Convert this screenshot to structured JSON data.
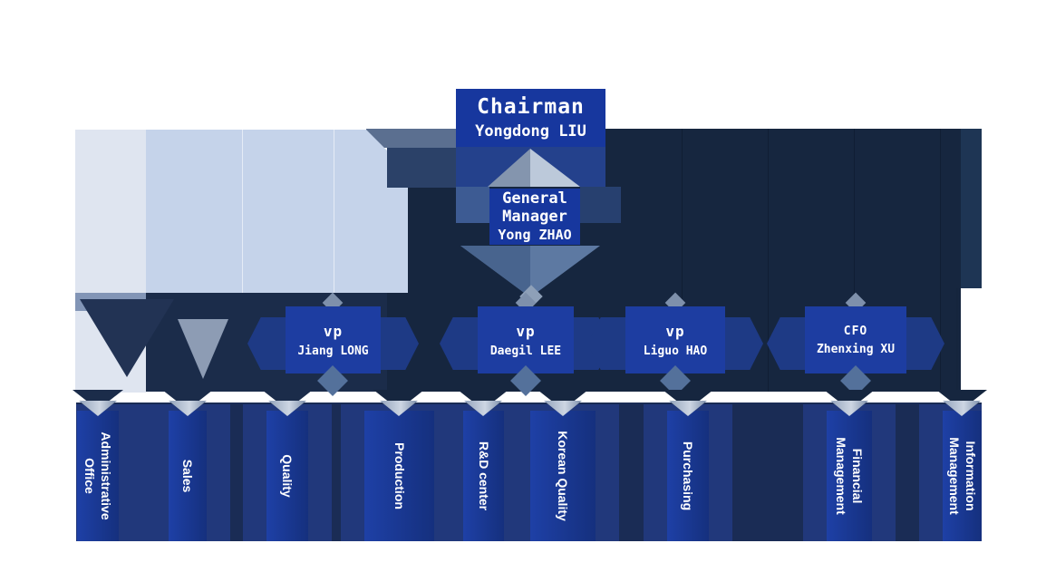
{
  "org": {
    "chairman": {
      "title": "Chairman",
      "name": "Yongdong LIU"
    },
    "general_manager": {
      "title": "General Manager",
      "name": "Yong ZHAO"
    },
    "executives": [
      {
        "title": "vp",
        "name": "Jiang LONG"
      },
      {
        "title": "vp",
        "name": "Daegil LEE"
      },
      {
        "title": "vp",
        "name": "Liguo HAO"
      },
      {
        "title": "CFO",
        "name": "Zhenxing XU"
      }
    ],
    "departments": [
      "Administrative Office",
      "Sales",
      "Quality",
      "Production",
      "R&D center",
      "Korean Quality",
      "Purchasing",
      "Financial Management",
      "Information Management"
    ],
    "colors": {
      "node_blue": "#17379e",
      "vp_blue": "#1d3da1",
      "wing_blue": "#1e3a85",
      "dept_blue_light": "#1e40a6",
      "dept_blue_dark": "#15307e",
      "ribbon_navy": "#1a2c55",
      "flank_blue": "#21387b",
      "dark_panel": "#16263f",
      "mid_band": "#1b2c4a",
      "light_panel_1": "#dfe5f0",
      "light_panel_2": "#c5d3ea",
      "slate": "#5b6f90",
      "silver": "#cdd6e3",
      "text": "#ffffff"
    }
  }
}
